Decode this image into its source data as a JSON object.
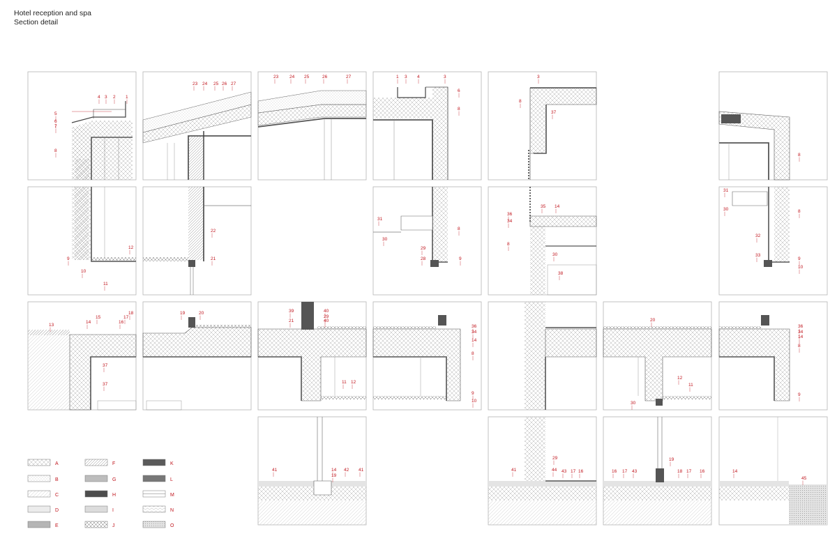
{
  "title": {
    "line1": "Hotel reception and spa",
    "line2": "Section detail"
  },
  "colors": {
    "accent_red": "#c0141c",
    "frame_gray": "#a8a8a8",
    "wall_dark": "#555555"
  },
  "legend": {
    "col1": [
      "A",
      "B",
      "C",
      "D",
      "E"
    ],
    "col2": [
      "F",
      "G",
      "H",
      "I",
      "J"
    ],
    "col3": [
      "K",
      "L",
      "M",
      "N",
      "O"
    ]
  },
  "panels": [
    {
      "id": "r1c1",
      "labels": [
        "1",
        "2",
        "3",
        "4",
        "5",
        "6",
        "7",
        "8"
      ]
    },
    {
      "id": "r1c2",
      "labels": [
        "23",
        "24",
        "25",
        "26",
        "27"
      ]
    },
    {
      "id": "r1c3",
      "labels": [
        "23",
        "24",
        "25",
        "26",
        "27"
      ]
    },
    {
      "id": "r1c4",
      "labels": [
        "1",
        "3",
        "4",
        "3",
        "6",
        "8"
      ]
    },
    {
      "id": "r1c5",
      "labels": [
        "3",
        "8",
        "37"
      ]
    },
    {
      "id": "r1c7",
      "labels": [
        "8"
      ]
    },
    {
      "id": "r2c1",
      "labels": [
        "9",
        "10",
        "11",
        "12"
      ]
    },
    {
      "id": "r2c2",
      "labels": [
        "22",
        "21"
      ]
    },
    {
      "id": "r2c4",
      "labels": [
        "31",
        "30",
        "8",
        "29",
        "28",
        "9"
      ]
    },
    {
      "id": "r2c5",
      "labels": [
        "36",
        "34",
        "35",
        "14",
        "8",
        "30",
        "38"
      ]
    },
    {
      "id": "r2c7",
      "labels": [
        "31",
        "30",
        "8",
        "32",
        "33",
        "9",
        "10"
      ]
    },
    {
      "id": "r3c1",
      "labels": [
        "13",
        "14",
        "15",
        "16",
        "17",
        "18",
        "37",
        "37"
      ]
    },
    {
      "id": "r3c2",
      "labels": [
        "19",
        "20"
      ]
    },
    {
      "id": "r3c3",
      "labels": [
        "39",
        "40",
        "29",
        "21",
        "40",
        "11",
        "12"
      ]
    },
    {
      "id": "r3c4",
      "labels": [
        "36",
        "34",
        "14",
        "8",
        "9",
        "10"
      ]
    },
    {
      "id": "r3c5",
      "labels": []
    },
    {
      "id": "r3c6",
      "labels": [
        "20",
        "12",
        "11",
        "30"
      ]
    },
    {
      "id": "r3c7",
      "labels": [
        "36",
        "34",
        "14",
        "8",
        "9"
      ]
    },
    {
      "id": "r4c3",
      "labels": [
        "41",
        "14",
        "19",
        "42",
        "41"
      ]
    },
    {
      "id": "r4c5",
      "labels": [
        "41",
        "29",
        "44",
        "43",
        "17",
        "16"
      ]
    },
    {
      "id": "r4c6",
      "labels": [
        "16",
        "17",
        "43",
        "19",
        "18",
        "17",
        "16"
      ]
    },
    {
      "id": "r4c7",
      "labels": [
        "14",
        "45"
      ]
    }
  ]
}
